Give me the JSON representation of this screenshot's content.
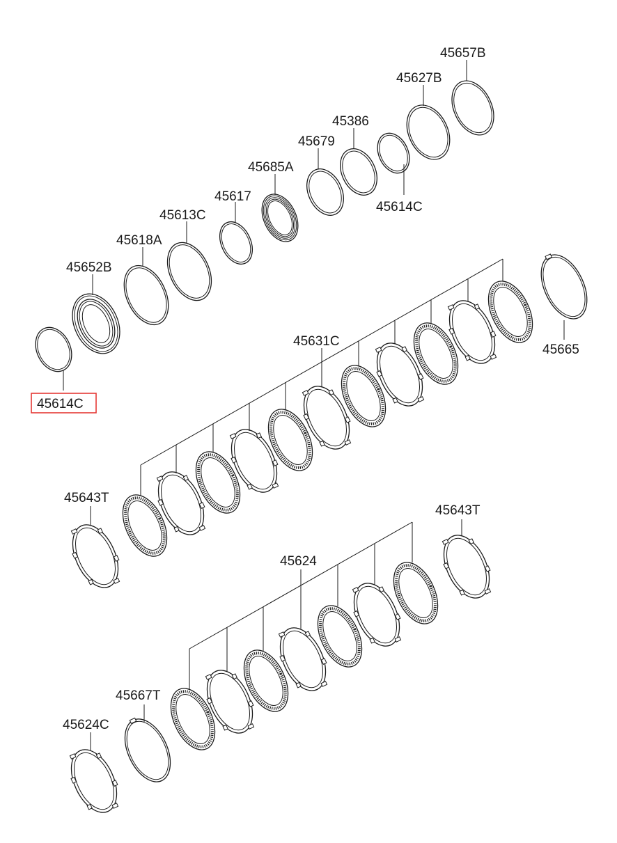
{
  "diagram": {
    "labels": [
      {
        "id": "l-45657B",
        "text": "45657B"
      },
      {
        "id": "l-45627B",
        "text": "45627B"
      },
      {
        "id": "l-45386",
        "text": "45386"
      },
      {
        "id": "l-45679",
        "text": "45679"
      },
      {
        "id": "l-45685A",
        "text": "45685A"
      },
      {
        "id": "l-45614C-top",
        "text": "45614C"
      },
      {
        "id": "l-45617",
        "text": "45617"
      },
      {
        "id": "l-45613C",
        "text": "45613C"
      },
      {
        "id": "l-45618A",
        "text": "45618A"
      },
      {
        "id": "l-45652B",
        "text": "45652B"
      },
      {
        "id": "l-45614C-sel",
        "text": "45614C"
      },
      {
        "id": "l-45665",
        "text": "45665"
      },
      {
        "id": "l-45631C",
        "text": "45631C"
      },
      {
        "id": "l-45643T-left",
        "text": "45643T"
      },
      {
        "id": "l-45643T-right",
        "text": "45643T"
      },
      {
        "id": "l-45624",
        "text": "45624"
      },
      {
        "id": "l-45667T",
        "text": "45667T"
      },
      {
        "id": "l-45624C",
        "text": "45624C"
      }
    ],
    "highlight_color": "#e53935"
  }
}
